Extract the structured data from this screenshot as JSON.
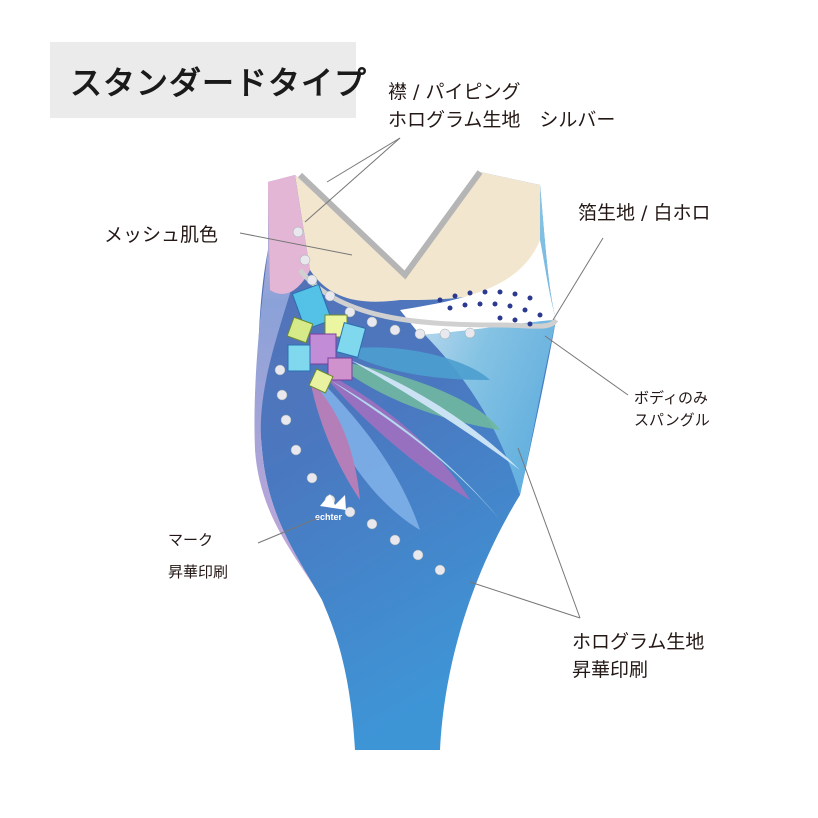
{
  "title": "スタンダードタイプ",
  "labels": {
    "collar_line1": "襟 / パイピング",
    "collar_line2": "ホログラム生地　シルバー",
    "mesh": "メッシュ肌色",
    "foil": "箔生地 / 白ホロ",
    "spangle_line1": "ボディのみ",
    "spangle_line2": "スパングル",
    "mark_line1": "マーク",
    "mark_line2": "昇華印刷",
    "body_line1": "ホログラム生地",
    "body_line2": "昇華印刷"
  },
  "logo_text": "echter",
  "colors": {
    "body": "#4a72b8",
    "body_light": "#6fb6e0",
    "mesh": "#f3e6cf",
    "pink": "#e3b6d6",
    "piping": "#b5b5b5",
    "spangle": "#2b3a8f"
  }
}
